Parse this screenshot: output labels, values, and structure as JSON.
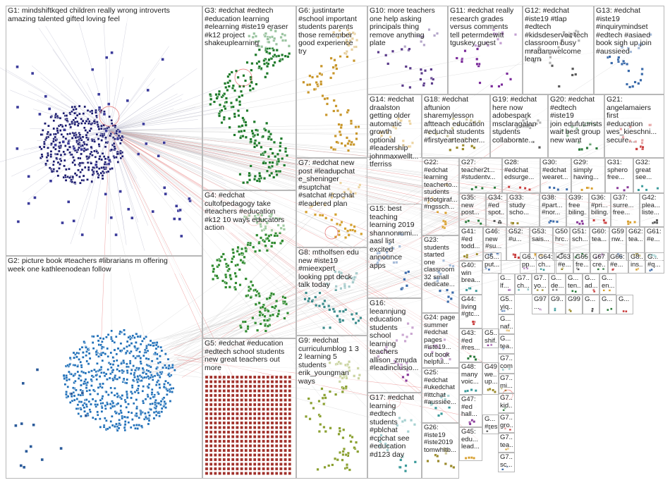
{
  "colors": {
    "G1": "#1a1a6e",
    "G2": "#1f6fb8",
    "G3": "#1e7a2a",
    "G4": "#2f8a2f",
    "G5": "#a0302a",
    "G6": "#c8962a",
    "G7": "#d4a030",
    "G8": "#3a8a8a",
    "G9": "#8aa030",
    "G10": "#5a3a8a",
    "G11": "#7a2a9a",
    "G12": "#5a5a5a",
    "G13": "#3a6aaa",
    "edge": "#c9c9c9",
    "edge_red": "#e05050"
  },
  "groups": [
    {
      "id": "G1",
      "label": "G1: mindshiftkqed children really wrong introverts\namazing talented gifted loving feel"
    },
    {
      "id": "G2",
      "label": "G2: picture book #teachers #librarians m offering\nweek one kathleenodean follow"
    },
    {
      "id": "G3",
      "label": "G3: #edchat #edtech\n#education learning\n#elearning #iste19 eraser\n#k12 project\nshakeuplearning"
    },
    {
      "id": "G4",
      "label": "G4: #edchat\ncultofpedagogy take\n#teachers #education\n#k12 10 ways educators\naction"
    },
    {
      "id": "G5",
      "label": "G5: #edchat #education\n#edtech school students\nnew great teachers out\nmore"
    },
    {
      "id": "G6",
      "label": "G6: justintarte\n#school important\nstudents parents\nthose remember\ngood experience\ntry"
    },
    {
      "id": "G7",
      "label": "G7: #edchat new\npost #leadupchat\ne_sheninger\n#suptchat\n#satchat #cpchat\n#leadered plan"
    },
    {
      "id": "G8",
      "label": "G8: mtholfsen edu\nnew #iste19\n#mieexpert\nlooking ppt deck\ntalk today"
    },
    {
      "id": "G9",
      "label": "G9: #edchat\ncurriculumblog 1 3\n2 learning 5\nstudents\nerik_youngman\nways"
    },
    {
      "id": "G10",
      "label": "G10: more teachers\none help asking\nprincipals thing\nremove anything\nplate"
    },
    {
      "id": "G11",
      "label": "G11: #edchat really\nresearch grades\nversus comments\ntell petermdewitt\ntguskey guest"
    },
    {
      "id": "G12",
      "label": "G12: #edchat\n#iste19 #tlap\n#edtech\n#kidsdeserveit tech\nclassroom busy\nmradamwelcome\nlearn"
    },
    {
      "id": "G13",
      "label": "G13: #edchat\n#iste19\n#inquirymindset\n#edtech #asiaed\nbook sigh up join\n#aussieed"
    },
    {
      "id": "G14",
      "label": "G14: #edchat\ndraalston\ngetting older\nautomatic\ngrowth\noptional\n#leadership\njohnmaxwellt...\ntferriss"
    },
    {
      "id": "G15",
      "label": "G15: best\nteaching\nlearning 2019\nshannonmmi...\naasl list\nexcited\nannounce\napps"
    },
    {
      "id": "G16",
      "label": "G16:\nleeannjung\neducation\nstudents\nschool\nlearning\nteachers\nallison_zmuda\n#leadinclusio..."
    },
    {
      "id": "G17",
      "label": "G17: #edchat\nlearning\n#edtech\nstudents\n#pblchat\n#cpchat see\n#education\n#d123 day"
    },
    {
      "id": "G18",
      "label": "G18: #edchat\naftunion\nsharemylesson\naftteach education\n#educhat students\n#firstyearteacher..."
    },
    {
      "id": "G19",
      "label": "G19: #edchat\nhere now\nadobespark\nmsclaragalan\nstudents\ncollaborate..."
    },
    {
      "id": "G20",
      "label": "G20: #edchat\n#edtech #iste19\njoin edufuturists\nwait best group\nnew want"
    },
    {
      "id": "G21",
      "label": "G21: angelamaiers\nfirst\n#education\nwes_kieschni...\nsecure..."
    },
    {
      "id": "G22",
      "label": "G22:\n#edchat\nlearning\nteacherto...\nstudents\n#footgiraf...\n#ngssch..."
    },
    {
      "id": "G23",
      "label": "G23:\nstudents\nstarted\none\nclassroom\n32 small\ndedicate..."
    },
    {
      "id": "G24",
      "label": "G24: page\nsummer\n#edchat\npages\n#iste19...\nout book\nhelpful..."
    },
    {
      "id": "G25",
      "label": "G25:\n#edchat\n#ukedchat\n#ittchat\n#aussiee..."
    },
    {
      "id": "G26",
      "label": "G26:\n#iste19\n#iste2019\ntomwhitb..."
    },
    {
      "id": "G27",
      "label": "G27:\nteacher2t...\n#studentv..."
    },
    {
      "id": "G28",
      "label": "G28:\n#edchat\nedsurge..."
    },
    {
      "id": "G29",
      "label": "G29:\nsimply\nhaving..."
    },
    {
      "id": "G30",
      "label": "G30:\n#edchat\nwearet..."
    },
    {
      "id": "G31",
      "label": "G31:\nsphero\nfree..."
    },
    {
      "id": "G32",
      "label": "G32:\ngreat\nsee..."
    },
    {
      "id": "G33",
      "label": "G33:\nstudy\nscho..."
    },
    {
      "id": "G34",
      "label": "G34:\n#ed\nspot..."
    },
    {
      "id": "G35",
      "label": "G35:\nnew\npost..."
    },
    {
      "id": "G36",
      "label": "G36:\n#pri...\nbiling..."
    },
    {
      "id": "G37",
      "label": "G37:\nsurre...\nfree..."
    },
    {
      "id": "G38",
      "label": "G38:\n#part...\n#nor..."
    },
    {
      "id": "G39",
      "label": "G39:\nfree\nbiling..."
    },
    {
      "id": "G40",
      "label": "G40:\nwin\nbrea..."
    },
    {
      "id": "G41",
      "label": "G41:\n#ed\ntodd..."
    },
    {
      "id": "G42",
      "label": "G42:\nplea...\nliste..."
    },
    {
      "id": "G43",
      "label": "G43:\n#ed\n#res..."
    },
    {
      "id": "G44",
      "label": "G44:\nliving\n#gtc..."
    },
    {
      "id": "G45",
      "label": "G45:\nedu...\nlead..."
    },
    {
      "id": "G46",
      "label": "G46:\nnew\n#su..."
    },
    {
      "id": "G47",
      "label": "G47:\n#ed\nhall..."
    },
    {
      "id": "G48",
      "label": "G48:\nmany\nvoic..."
    },
    {
      "id": "G49",
      "label": "G49:\nwe...\nup..."
    },
    {
      "id": "G50",
      "label": "G50:\nhrc..."
    },
    {
      "id": "G51",
      "label": "G51:\nsch..."
    },
    {
      "id": "G52",
      "label": "G52:\n#u..."
    },
    {
      "id": "G53",
      "label": "G53:\nsais..."
    },
    {
      "id": "G59",
      "label": "G59:\nnw..."
    },
    {
      "id": "G60",
      "label": "G60:\ntea..."
    },
    {
      "id": "G61",
      "label": "G61:\n#e..."
    },
    {
      "id": "G62",
      "label": "G62:\ntea..."
    }
  ],
  "small_groups": [
    "G5...\nput...",
    "G6...\npp...",
    "G64:\nch...",
    "G63:\n#e...",
    "G65:\nfre...",
    "G67:\ncre...",
    "G66:\n#e...",
    "G8...\nins...",
    "G...\n#q...",
    "G...\nlf...",
    "G7...\nch...",
    "G7...\nyo...",
    "G...\nde...",
    "G...\nten...",
    "G...\nad...",
    "G...\nen...",
    "G5...\nyiq...",
    "G97\n...",
    "G9...",
    "G99",
    "G...",
    "G...",
    "G...",
    "G...\nnaf...",
    "G...\ntea...",
    "G5...\nshif...",
    "G7...\ncom...",
    "G7...\nmi...",
    "G...\n#res...",
    "G7...\nkid...",
    "G7...\ngro...",
    "G7...\ntea...",
    "G7...\nsc..."
  ]
}
